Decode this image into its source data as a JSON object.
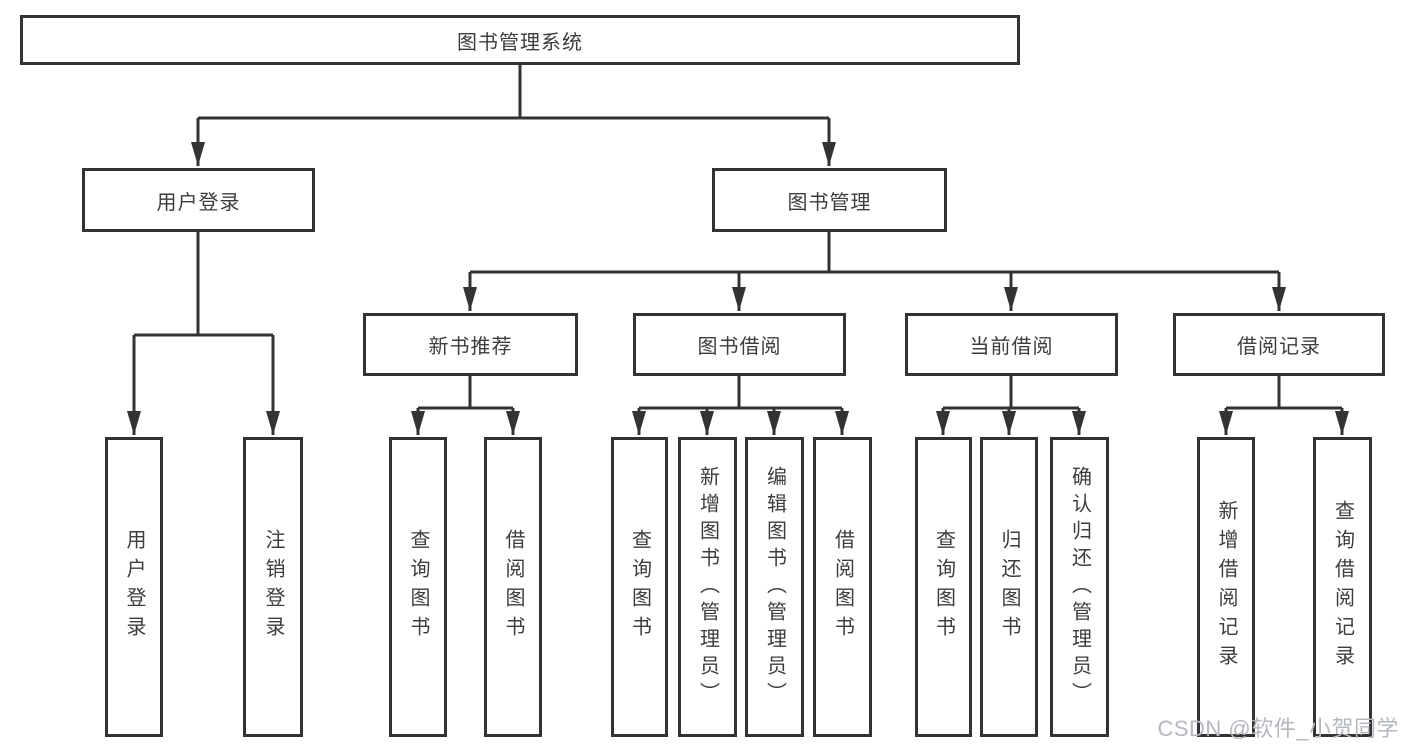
{
  "colors": {
    "line": "#333333",
    "text": "#3d3d3d",
    "background": "#ffffff",
    "watermark": "#b4b8bf"
  },
  "watermark": "CSDN @软件_小贺同学",
  "root": {
    "label": "图书管理系统"
  },
  "branches": [
    {
      "label": "用户登录",
      "children": [
        {
          "label": "用户登录"
        },
        {
          "label": "注销登录"
        }
      ]
    },
    {
      "label": "图书管理",
      "children": [
        {
          "label": "新书推荐",
          "children": [
            {
              "label": "查询图书"
            },
            {
              "label": "借阅图书"
            }
          ]
        },
        {
          "label": "图书借阅",
          "children": [
            {
              "label": "查询图书"
            },
            {
              "label": "新增图书（管理员）"
            },
            {
              "label": "编辑图书（管理员）"
            },
            {
              "label": "借阅图书"
            }
          ]
        },
        {
          "label": "当前借阅",
          "children": [
            {
              "label": "查询图书"
            },
            {
              "label": "归还图书"
            },
            {
              "label": "确认归还（管理员）"
            }
          ]
        },
        {
          "label": "借阅记录",
          "children": [
            {
              "label": "新增借阅记录"
            },
            {
              "label": "查询借阅记录"
            }
          ]
        }
      ]
    }
  ]
}
